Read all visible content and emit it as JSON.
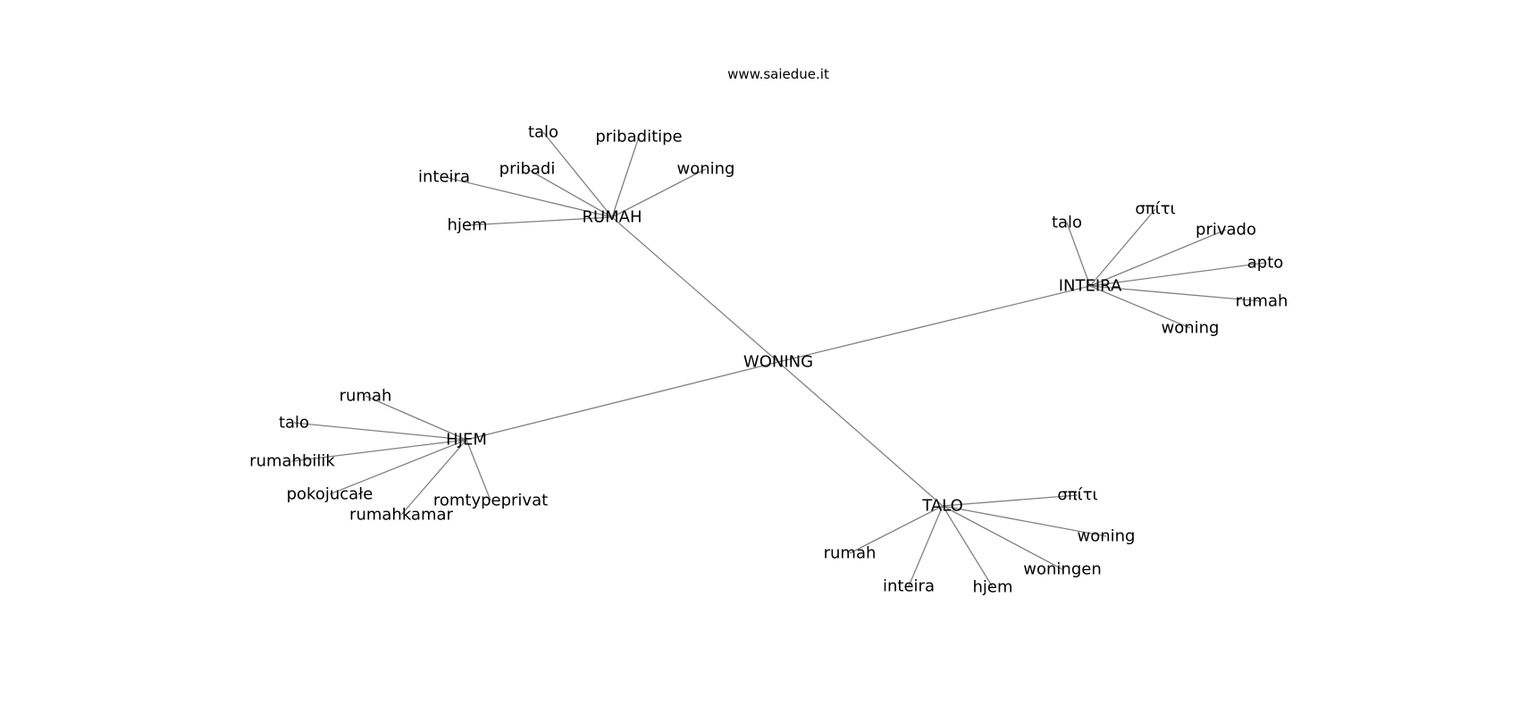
{
  "watermark": "www.saiedue.it",
  "colors": {
    "edge": "#808080",
    "text": "#000000",
    "background": "#ffffff"
  },
  "graph": {
    "center": "WONING",
    "hubs": [
      {
        "name": "RUMAH",
        "leaves": [
          "talo",
          "pribaditipe",
          "pribadi",
          "woning",
          "inteira",
          "hjem"
        ]
      },
      {
        "name": "INTEIRA",
        "leaves": [
          "talo",
          "σπίτι",
          "privado",
          "apto",
          "rumah",
          "woning"
        ]
      },
      {
        "name": "HJEM",
        "leaves": [
          "rumah",
          "talo",
          "rumahbilik",
          "pokojucałe",
          "rumahkamar",
          "romtypeprivat"
        ]
      },
      {
        "name": "TALO",
        "leaves": [
          "σπίτι",
          "woning",
          "woningen",
          "rumah",
          "inteira",
          "hjem"
        ]
      }
    ]
  }
}
